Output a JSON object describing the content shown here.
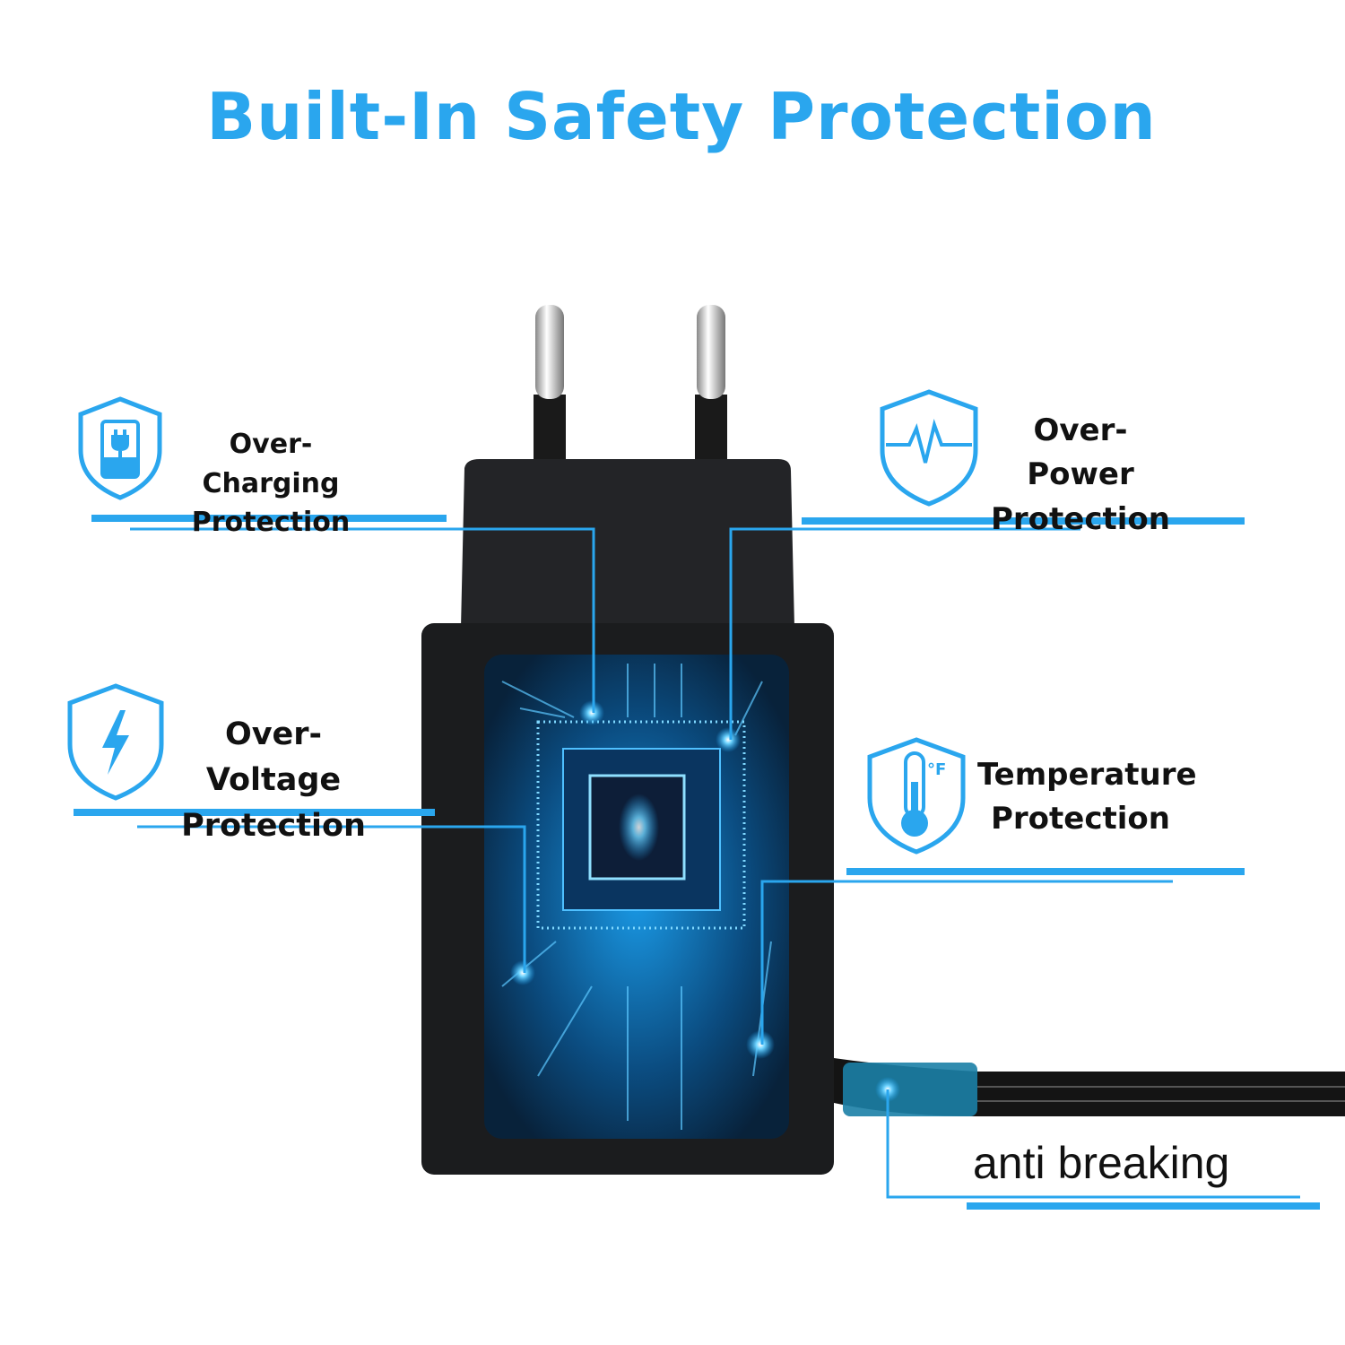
{
  "title": "Built-In Safety Protection",
  "features": [
    {
      "line1": "Over-Charging",
      "line2": "Protection",
      "icon": "battery-plug-shield-icon"
    },
    {
      "line1": "Over-Power",
      "line2": "Protection",
      "icon": "heartbeat-shield-icon"
    },
    {
      "line1": "Over-Voltage",
      "line2": "Protection",
      "icon": "lightning-shield-icon"
    },
    {
      "line1": "Temperature",
      "line2": "Protection",
      "icon": "thermometer-shield-icon"
    }
  ],
  "thermometer_unit": "°F",
  "cable_label": "anti breaking",
  "colors": {
    "accent": "#2aa6ee",
    "body": "#1c1d1f",
    "circuit": "#1e90d8"
  }
}
